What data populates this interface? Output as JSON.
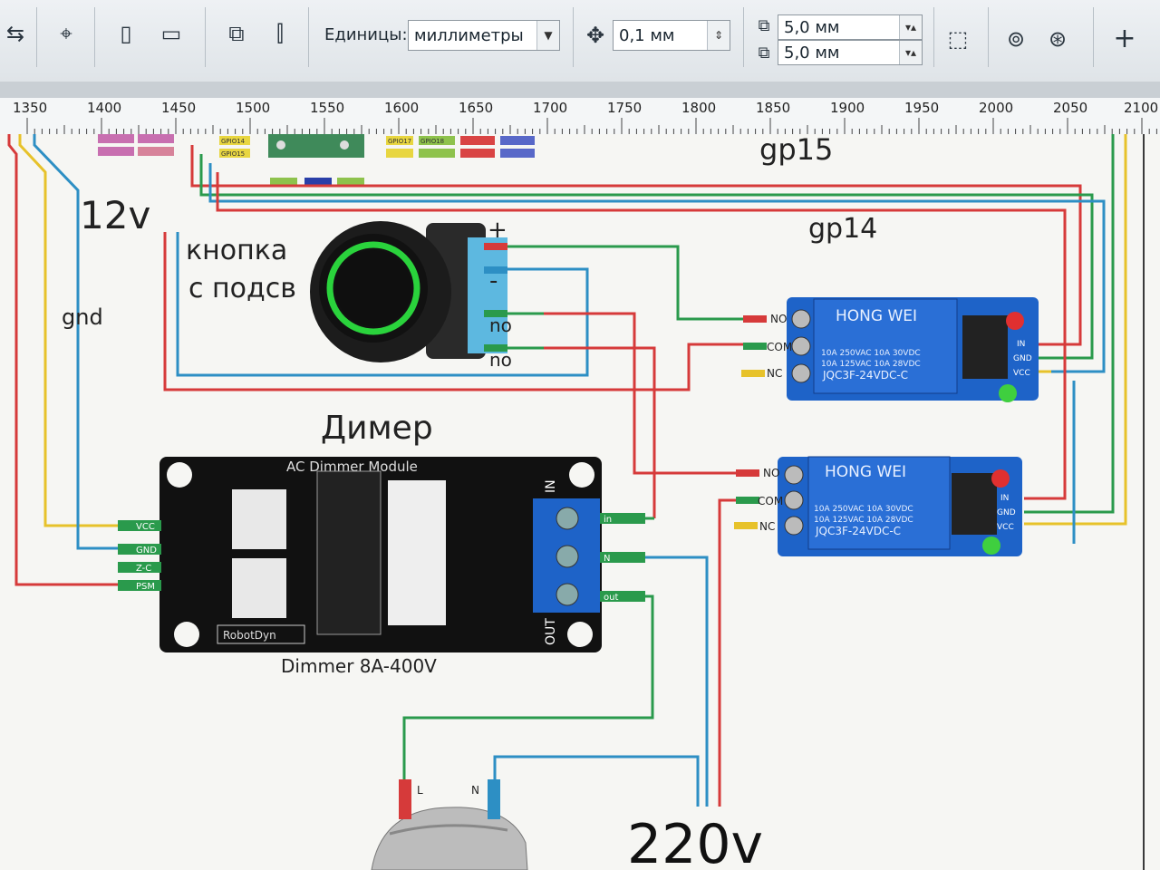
{
  "toolbar": {
    "units_label": "Единицы:",
    "units_value": "миллиметры",
    "nudge_value": "0,1 мм",
    "dup_x_value": "5,0 мм",
    "dup_y_value": "5,0 мм",
    "plus_icon": "plus-icon"
  },
  "ruler": {
    "ticks": [
      "1350",
      "1400",
      "1450",
      "1500",
      "1550",
      "1600",
      "1650",
      "1700",
      "1750",
      "1800",
      "1850",
      "1900",
      "1950",
      "2000",
      "2050",
      "2100"
    ]
  },
  "diagram": {
    "gp15": "gp15",
    "gp14": "gp14",
    "v12": "12v",
    "gnd": "gnd",
    "button_line1": "кнопка",
    "button_line2": "с подсв",
    "plus": "+",
    "minus": "-",
    "no1": "no",
    "no2": "no",
    "dimmer_title": "Димер",
    "dimmer_caption": "Dimmer 8A-400V",
    "dimmer_board_title": "AC Dimmer Module",
    "dimmer_pins": [
      "VCC",
      "GND",
      "Z-C",
      "PSM"
    ],
    "dimmer_in": "IN",
    "dimmer_out": "OUT",
    "dimmer_brand": "RobotDyn",
    "dimmer_right_pins": [
      "in",
      "N",
      "out"
    ],
    "relay_brand": "HONG WEI",
    "relay_model": "JQC3F-24VDC-C",
    "relay_spec1": "10A 250VAC 10A 30VDC",
    "relay_spec2": "10A 125VAC 10A 28VDC",
    "relay_pins": [
      "NO",
      "COM",
      "NC"
    ],
    "relay_ctrl_pins": [
      "IN",
      "GND",
      "VCC"
    ],
    "lamp_l": "L",
    "lamp_n": "N",
    "v220": "220v",
    "board_labels": [
      "GPIO14",
      "GPIO15",
      "GPIO17",
      "GPIO18"
    ]
  },
  "colors": {
    "red": "#d63a3a",
    "green": "#2a9a4c",
    "blue": "#2d8fc4",
    "yellow": "#e7c22a",
    "relay_blue": "#1e63c8"
  }
}
